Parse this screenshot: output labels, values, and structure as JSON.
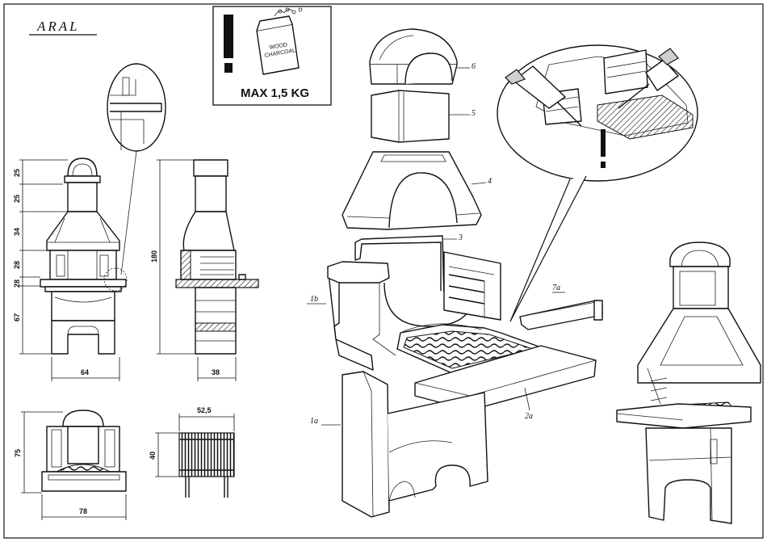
{
  "title": "ARAL",
  "warning": {
    "bag_line1": "WOOD",
    "bag_line2": "CHARCOAL",
    "max_load": "MAX 1,5 KG"
  },
  "front_dims": [
    "25",
    "25",
    "34",
    "28",
    "28",
    "67"
  ],
  "height_total": "180",
  "width_front": "64",
  "width_side": "38",
  "top_depth": "75",
  "top_width": "78",
  "grill_width": "52,5",
  "grill_depth": "40",
  "part_labels": {
    "p6": "6",
    "p5": "5",
    "p4": "4",
    "p3": "3",
    "p1b": "1b",
    "p7a": "7a",
    "p2a": "2a",
    "p1a": "1a"
  }
}
